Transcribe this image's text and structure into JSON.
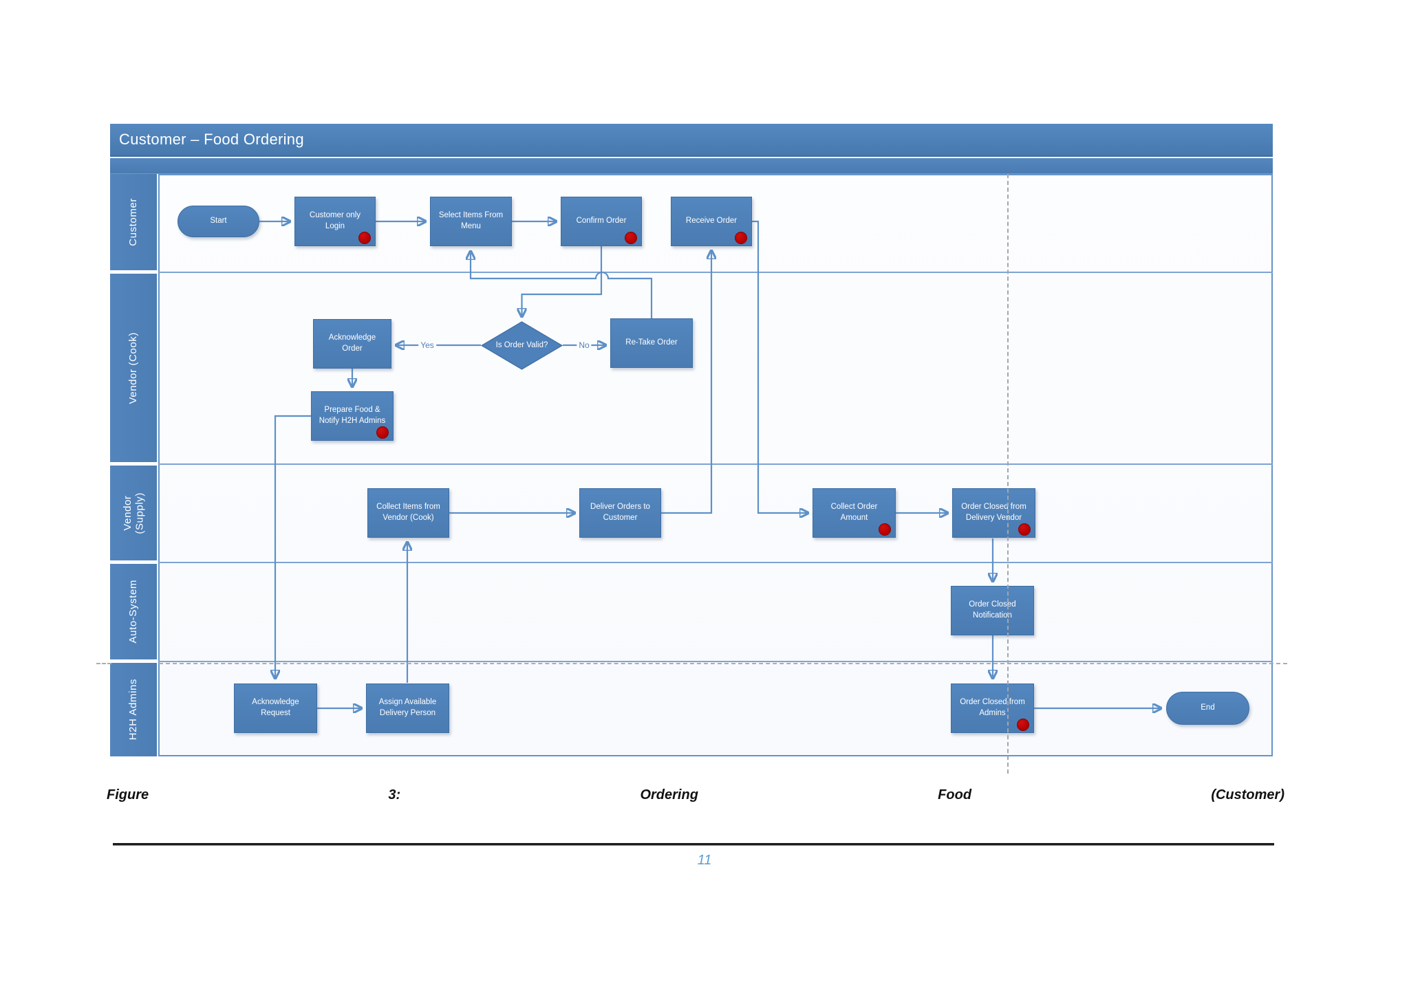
{
  "header": {
    "title": "Customer – Food Ordering"
  },
  "lanes": [
    {
      "label": "Customer"
    },
    {
      "label": "Vendor (Cook)"
    },
    {
      "label": "Vendor\n(Supply)"
    },
    {
      "label": "Auto-System"
    },
    {
      "label": "H2H Admins"
    }
  ],
  "nodes": {
    "start": {
      "label": "Start",
      "type": "terminator"
    },
    "customer_only_login": {
      "label": "Customer only Login",
      "type": "process",
      "marker": true
    },
    "select_items_from_menu": {
      "label": "Select Items From Menu",
      "type": "process"
    },
    "confirm_order": {
      "label": "Confirm Order",
      "type": "process",
      "marker": true
    },
    "receive_order": {
      "label": "Receive Order",
      "type": "process",
      "marker": true
    },
    "acknowledge_order": {
      "label": "Acknowledge Order",
      "type": "process"
    },
    "is_order_valid": {
      "label": "Is Order Valid?",
      "type": "decision"
    },
    "re_take_order": {
      "label": "Re-Take Order",
      "type": "process"
    },
    "prepare_food": {
      "label": "Prepare Food & Notify H2H Admins",
      "type": "process",
      "marker": true
    },
    "collect_items": {
      "label": "Collect Items from Vendor (Cook)",
      "type": "process"
    },
    "deliver_orders": {
      "label": "Deliver Orders to Customer",
      "type": "process"
    },
    "collect_order_amount": {
      "label": "Collect Order Amount",
      "type": "process",
      "marker": true
    },
    "order_closed_delivery_vendor": {
      "label": "Order Closed from Delivery Vendor",
      "type": "process",
      "marker": true
    },
    "order_closed_notification": {
      "label": "Order Closed Notification",
      "type": "process"
    },
    "acknowledge_request": {
      "label": "Acknowledge Request",
      "type": "process"
    },
    "assign_delivery_person": {
      "label": "Assign Available Delivery Person",
      "type": "process"
    },
    "order_closed_admins": {
      "label": "Order Closed from Admins",
      "type": "process",
      "marker": true
    },
    "end": {
      "label": "End",
      "type": "terminator"
    }
  },
  "edge_labels": {
    "yes": "Yes",
    "no": "No"
  },
  "caption": {
    "words": [
      "Figure",
      "3:",
      "Ordering",
      "Food",
      "(Customer)"
    ]
  },
  "footer": {
    "page_number": "11"
  },
  "colors": {
    "shape_fill": "#4f81bd",
    "shape_border": "#3d6da3",
    "connector": "#5d90c8",
    "marker_red": "#c00000",
    "dashed_guide": "#a3a7ab",
    "page_number": "#5b9bd5"
  }
}
